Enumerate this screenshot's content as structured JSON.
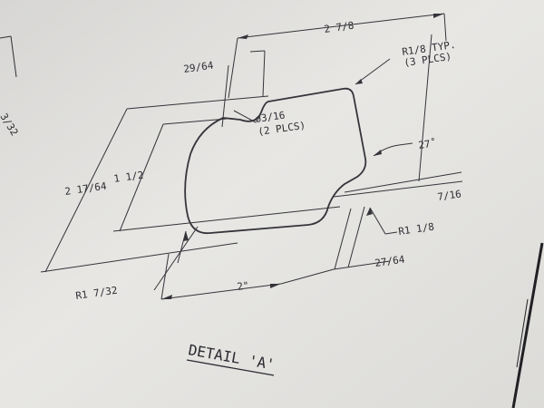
{
  "drawing": {
    "title": "DETAIL 'A'",
    "colors": {
      "paper": "#e6e5e2",
      "ink": "#2f2f35"
    },
    "dimensions": {
      "overall_width": "2 7/8",
      "offset_top": "29/64",
      "corner_radius_note": "R1/8 TYP.",
      "corner_radius_count": "(3 PLCS)",
      "hole_diameter": "ø3/16",
      "hole_count": "(2 PLCS)",
      "angle": "27˚",
      "height_outer": "2 17/64",
      "height_inner": "1 1/2",
      "gap_right": "7/16",
      "radius_right": "R1 1/8",
      "offset_bottom_right": "27/64",
      "radius_left": "R1 7/32",
      "bottom_width": "2\"",
      "edge_fraction": "3/32"
    }
  }
}
